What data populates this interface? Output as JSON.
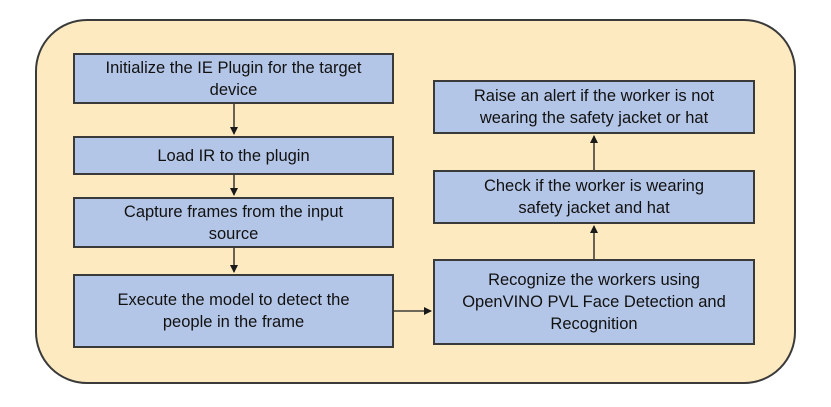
{
  "diagram": {
    "steps": [
      {
        "id": "init_plugin",
        "label": "Initialize the IE Plugin for the target\ndevice"
      },
      {
        "id": "load_ir",
        "label": "Load IR to the plugin"
      },
      {
        "id": "capture_frames",
        "label": "Capture frames from the input\nsource"
      },
      {
        "id": "execute_model",
        "label": "Execute the model to detect the\npeople in the frame"
      },
      {
        "id": "recognize_workers",
        "label": "Recognize the workers using\nOpenVINO PVL Face Detection and\nRecognition"
      },
      {
        "id": "check_worker",
        "label": "Check if the worker is wearing\nsafety jacket and hat"
      },
      {
        "id": "raise_alert",
        "label": "Raise an alert if the worker is not\nwearing the safety jacket or hat"
      }
    ],
    "colors": {
      "background_panel": "#fdeac0",
      "step_fill": "#b4c6e7",
      "border": "#3a3a3a",
      "arrow": "#1a1a1a"
    }
  }
}
